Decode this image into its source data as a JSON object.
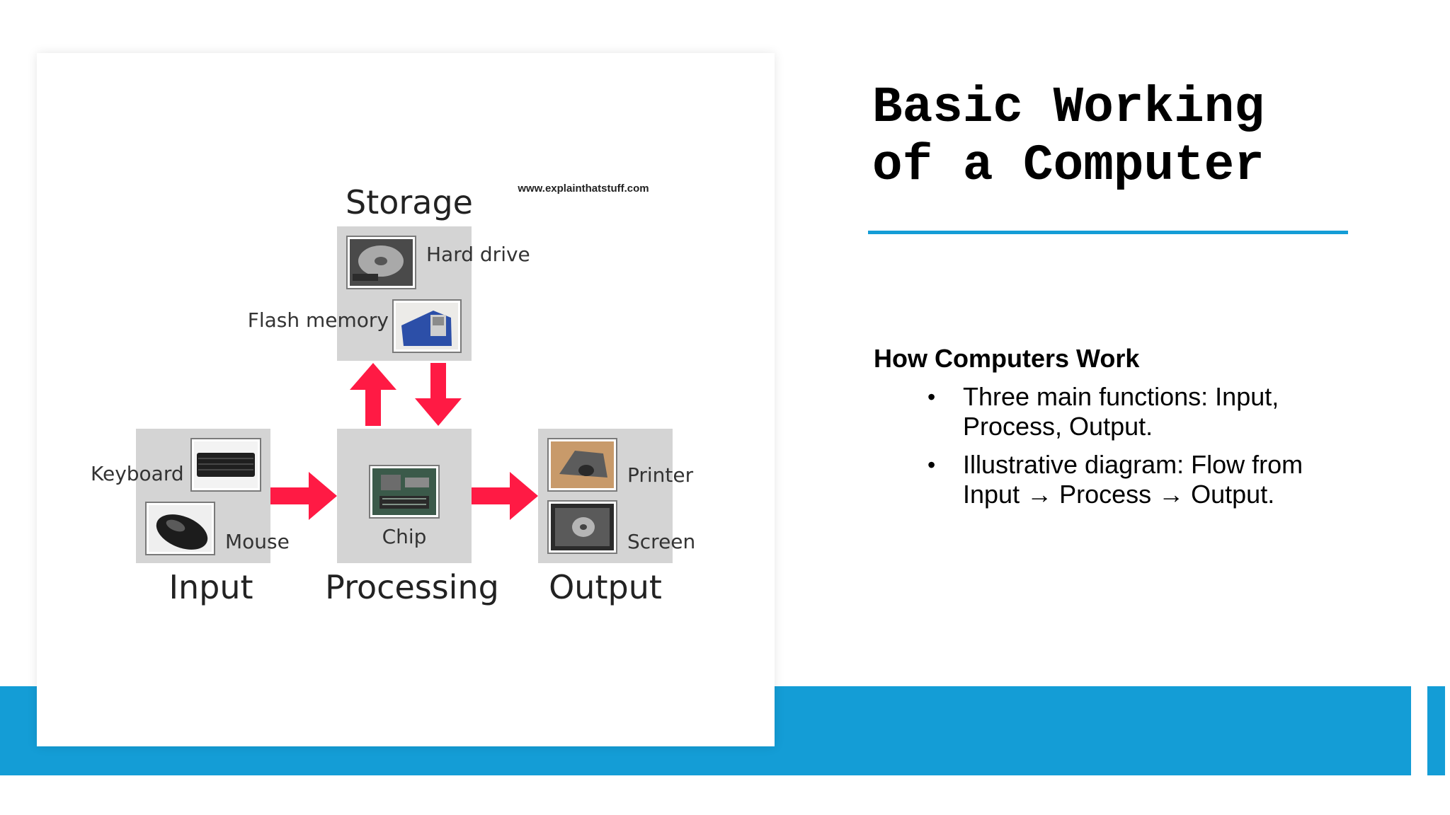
{
  "slide": {
    "title_lines": [
      "Basic Working",
      "of a Computer"
    ],
    "section_heading": "How Computers Work",
    "bullets": [
      "Three main functions: Input, Process, Output.",
      "Illustrative diagram: Flow from Input → Process → Output."
    ],
    "accent_color": "#149dd6"
  },
  "diagram": {
    "source_url": "www.explainthatstuff.com",
    "storage": {
      "label": "Storage",
      "items": [
        "Hard drive",
        "Flash memory"
      ]
    },
    "input": {
      "label": "Input",
      "items": [
        "Keyboard",
        "Mouse"
      ]
    },
    "processing": {
      "label": "Processing",
      "items": [
        "Chip"
      ]
    },
    "output": {
      "label": "Output",
      "items": [
        "Printer",
        "Screen"
      ]
    },
    "arrow_color": "#ff1a44",
    "box_color": "#d4d4d4"
  }
}
